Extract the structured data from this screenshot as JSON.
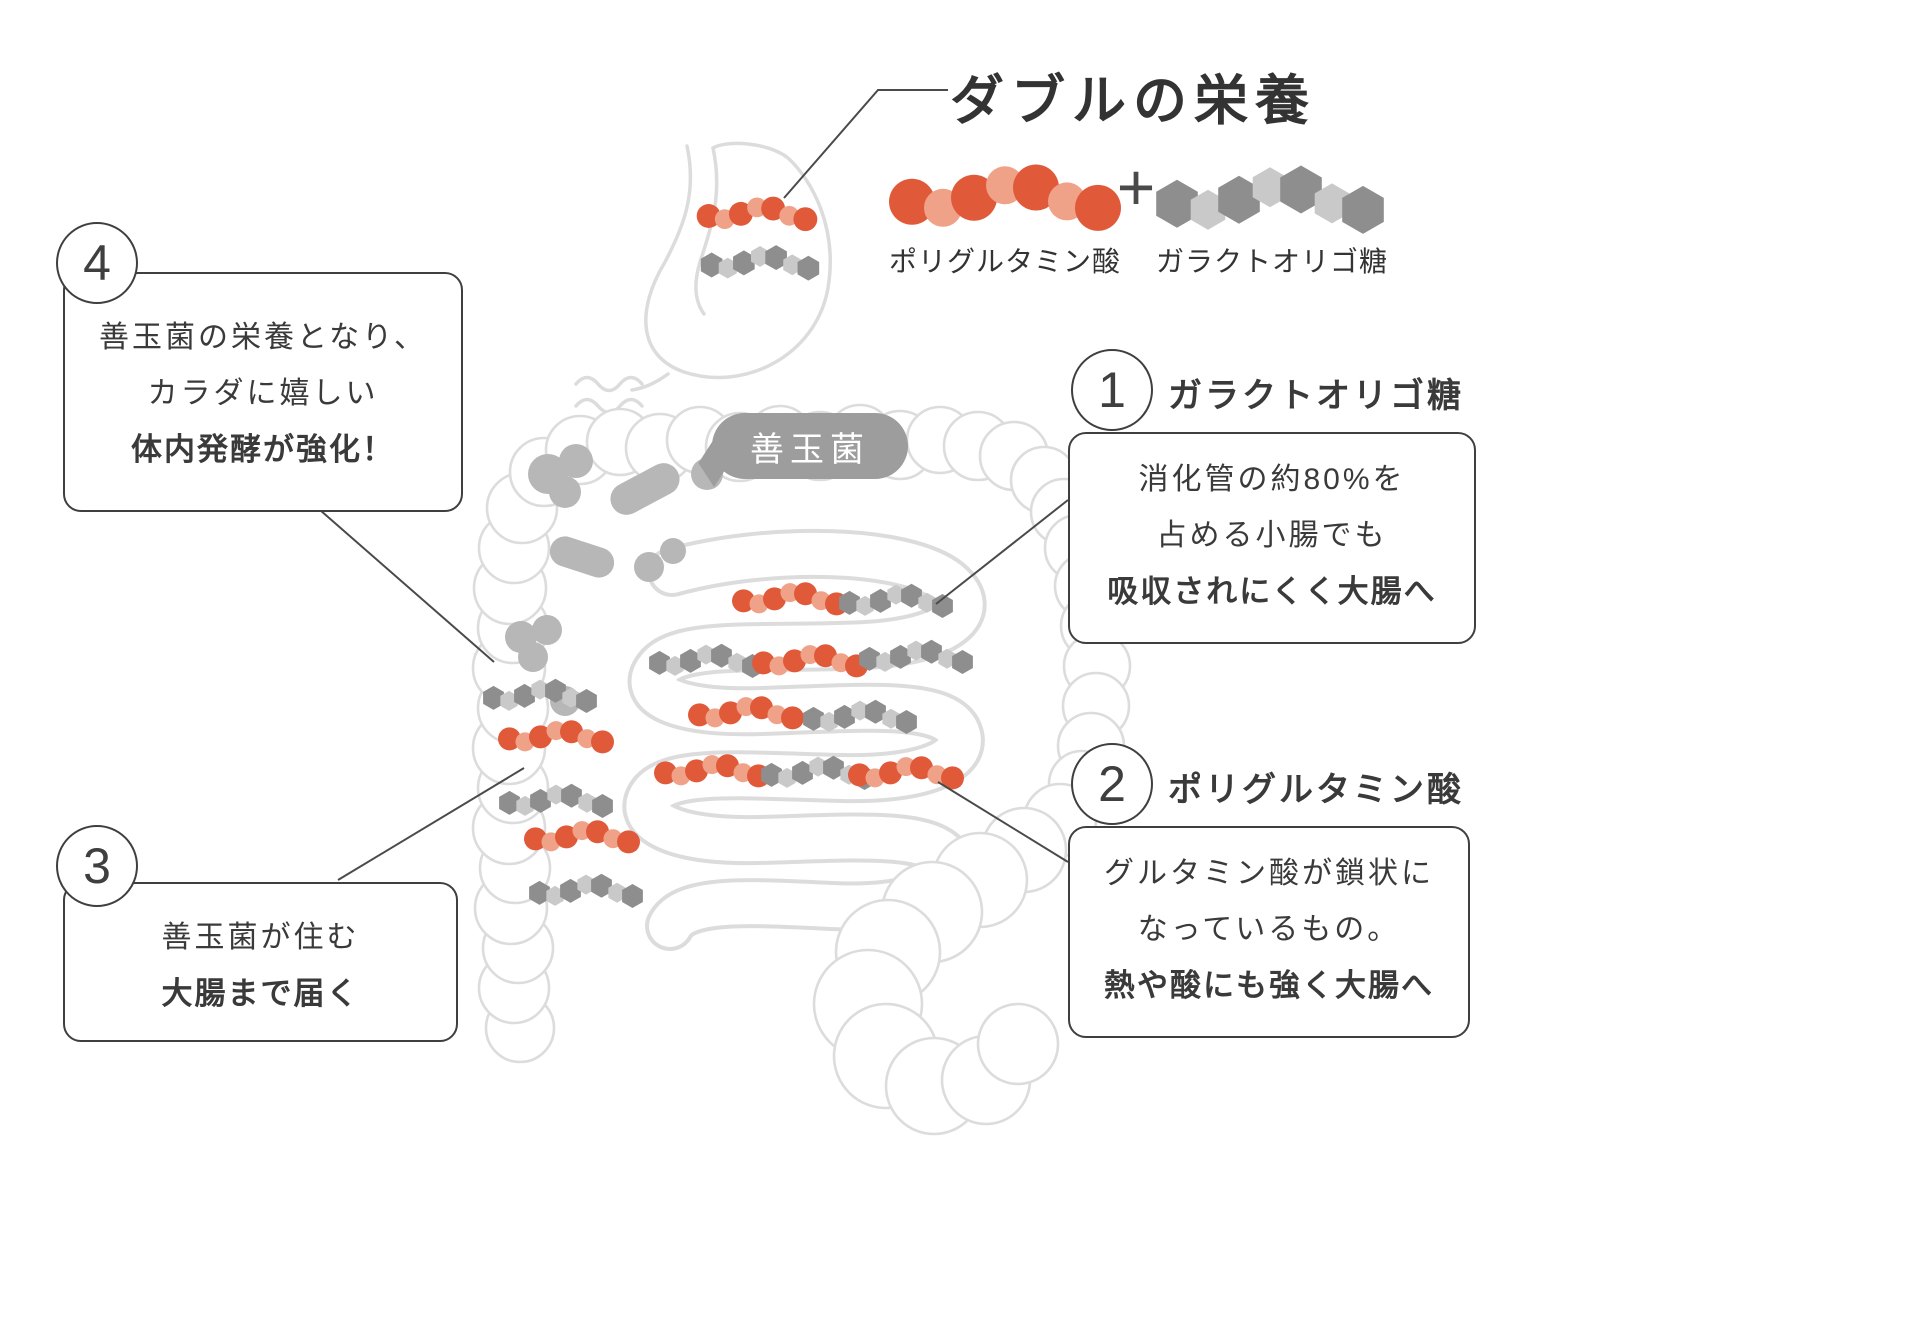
{
  "title": "ダブルの栄養",
  "legend": {
    "plus": "+",
    "polyglutamic_label": "ポリグルタミン酸",
    "galacto_label": "ガラクトオリゴ糖"
  },
  "bubble_label": "善玉菌",
  "callouts": [
    {
      "number": "1",
      "heading": "ガラクトオリゴ糖",
      "lines": [
        "消化管の約80%を",
        "占める小腸でも"
      ],
      "bold": "吸収されにくく大腸へ"
    },
    {
      "number": "2",
      "heading": "ポリグルタミン酸",
      "lines": [
        "グルタミン酸が鎖状に",
        "なっているもの。"
      ],
      "bold": "熱や酸にも強く大腸へ"
    },
    {
      "number": "3",
      "lines": [
        "善玉菌が住む"
      ],
      "bold": "大腸まで届く"
    },
    {
      "number": "4",
      "lines": [
        "善玉菌の栄養となり、",
        "カラダに嬉しい"
      ],
      "bold": "体内発酵が強化！"
    }
  ],
  "colors": {
    "accent_orange": "#E05A3A",
    "light_orange": "#F0A288",
    "dark_gray_unit": "#8E8E8E",
    "light_gray_unit": "#C9C9C9",
    "outline_gray": "#DCDCDC",
    "blob_gray": "#B7B7B7",
    "bubble_gray": "#9D9D9D",
    "text": "#3A3A3A"
  }
}
